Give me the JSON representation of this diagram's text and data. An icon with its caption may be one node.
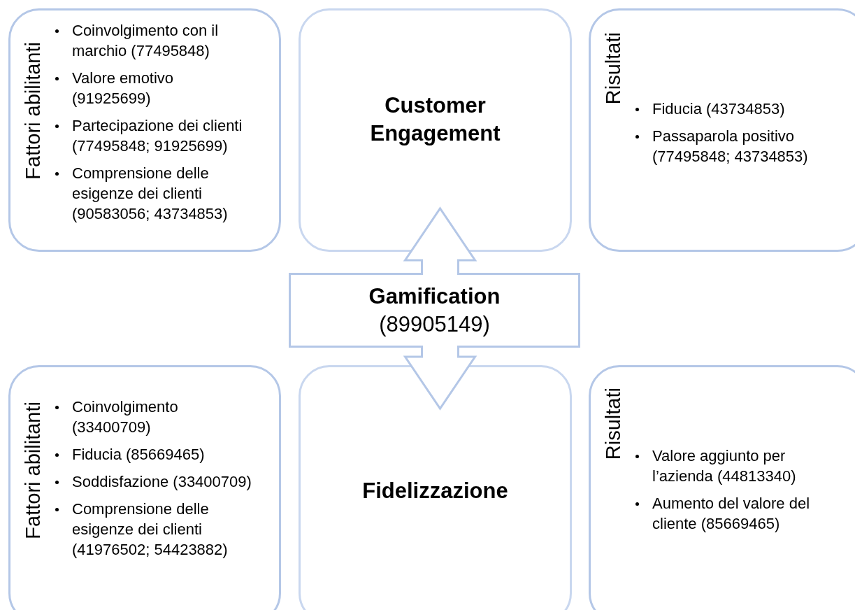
{
  "diagram": {
    "nodes": [
      {
        "text": [
          "Fattori abilitanti",
          "Coinvolgimento con il marchio (77495848)",
          "Valore emotivo (91925699)",
          "Partecipazione dei clienti (77495848; 91925699)",
          "Comprensione delle esigenze dei clienti (90583056; 43734853)"
        ]
      },
      {
        "text": [
          "Customer Engagement"
        ]
      },
      {
        "text": [
          "Risultati",
          "Fiducia (43734853)",
          "Passaparola positivo (77495848; 43734853)"
        ]
      },
      {
        "text": [
          "Gamification",
          "(89905149)"
        ]
      },
      {
        "text": [
          "Fattori abilitanti",
          "Coinvolgimento (33400709)",
          "Fiducia (85669465)",
          "Soddisfazione (33400709)",
          "Comprensione delle esigenze dei clienti (41976502; 54423882)"
        ]
      },
      {
        "text": [
          "Fidelizzazione"
        ]
      },
      {
        "text": [
          "Risultati",
          "Valore aggiunto per l’azienda (44813340)",
          "Aumento del valore del cliente (85669465)"
        ]
      }
    ],
    "edges": [
      {
        "from": 3,
        "to": 1,
        "arrow": "to"
      },
      {
        "from": 3,
        "to": 5,
        "arrow": "to"
      }
    ]
  }
}
